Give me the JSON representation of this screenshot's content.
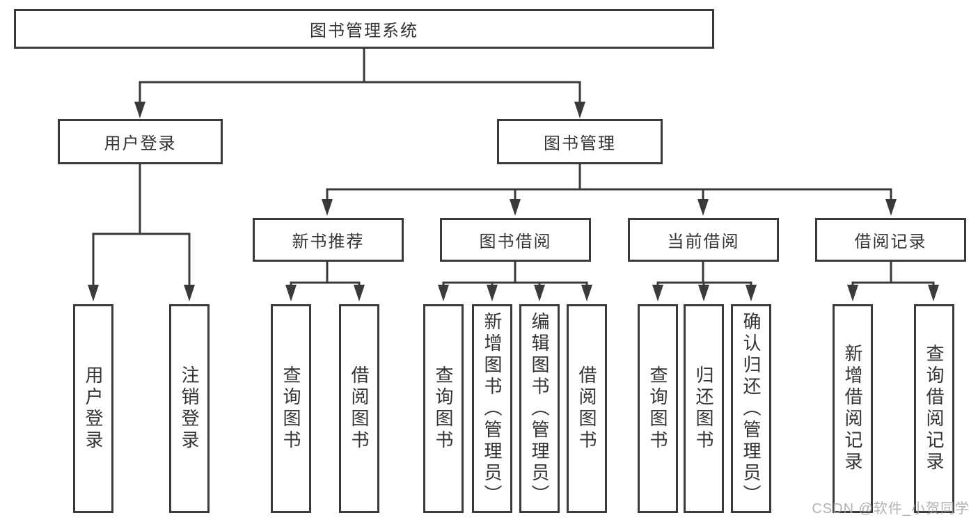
{
  "diagram": {
    "root": {
      "label": "图书管理系统"
    },
    "level2": [
      {
        "label": "用户登录"
      },
      {
        "label": "图书管理"
      }
    ],
    "level3": [
      {
        "label": "新书推荐"
      },
      {
        "label": "图书借阅"
      },
      {
        "label": "当前借阅"
      },
      {
        "label": "借阅记录"
      }
    ],
    "leaves": [
      {
        "label": "用户登录"
      },
      {
        "label": "注销登录"
      },
      {
        "label": "查询图书"
      },
      {
        "label": "借阅图书"
      },
      {
        "label": "查询图书"
      },
      {
        "label": "新增图书（管理员）"
      },
      {
        "label": "编辑图书（管理员）"
      },
      {
        "label": "借阅图书"
      },
      {
        "label": "查询图书"
      },
      {
        "label": "归还图书"
      },
      {
        "label": "确认归还（管理员）"
      },
      {
        "label": "新增借阅记录"
      },
      {
        "label": "查询借阅记录"
      }
    ]
  },
  "watermark": {
    "text": "CSDN @软件_小贺同学"
  },
  "colors": {
    "line": "#3a3a3a",
    "text": "#333333",
    "watermark": "#a5a5a5",
    "background": "#ffffff"
  }
}
